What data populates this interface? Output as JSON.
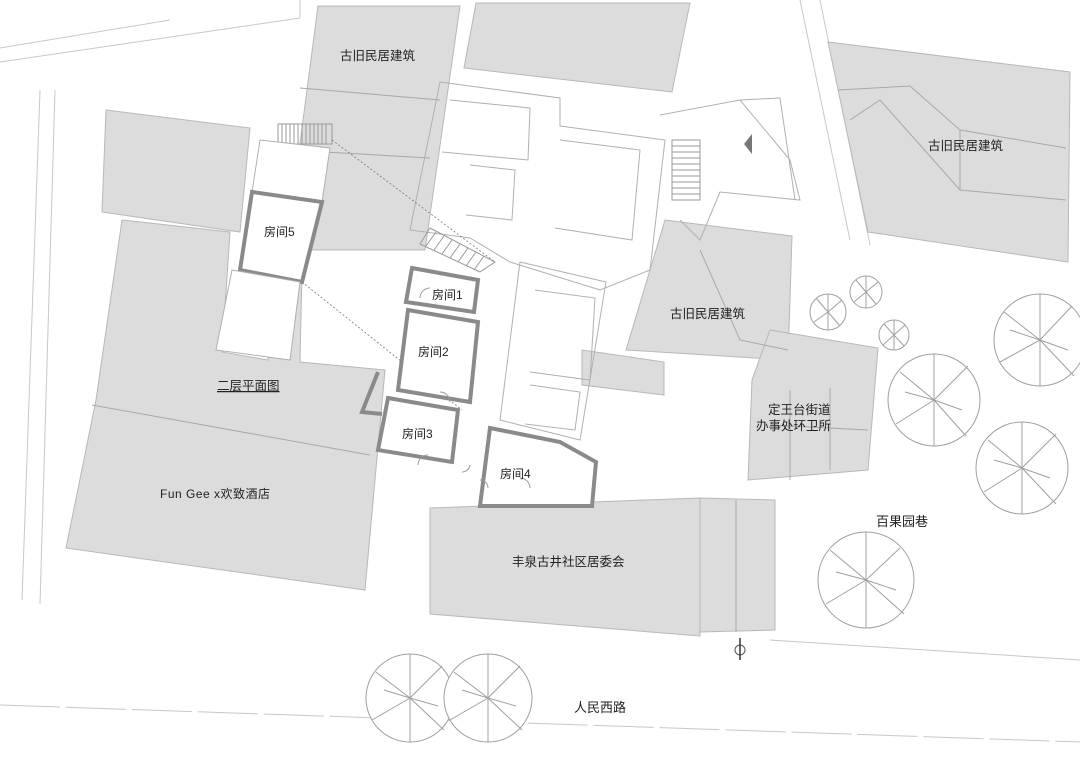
{
  "plan_title": "二层平面图",
  "rooms": {
    "room1": "房间1",
    "room2": "房间2",
    "room3": "房间3",
    "room4": "房间4",
    "room5": "房间5"
  },
  "buildings": {
    "old_residence_top": "古旧民居建筑",
    "old_residence_right": "古旧民居建筑",
    "old_residence_middle": "古旧民居建筑",
    "hotel": "Fun Gee x欢致酒店",
    "community_committee": "丰泉古井社区居委会",
    "sanitation_office_line1": "定王台街道",
    "sanitation_office_line2": "办事处环卫所"
  },
  "roads": {
    "lane": "百果园巷",
    "main_road": "人民西路"
  },
  "colors": {
    "block_fill": "#dcdcdc",
    "block_stroke": "#b8b8b8",
    "wall": "#8a8a8a",
    "fine_line": "#9a9a9a",
    "text": "#222222"
  }
}
